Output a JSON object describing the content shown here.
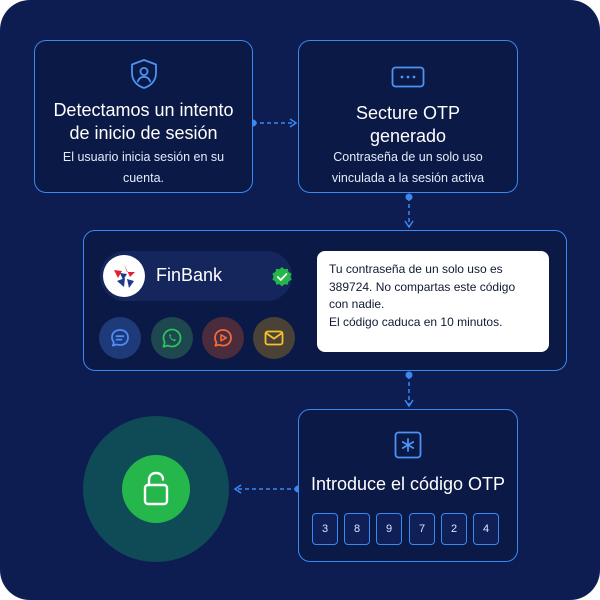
{
  "colors": {
    "background": "#0d1d52",
    "card": "#0b1946",
    "border_accent": "#3a88f0",
    "success": "#26b74c"
  },
  "step_detect": {
    "icon": "shield-user-icon",
    "title_line1": "Detectamos un intento",
    "title_line2": "de inicio de sesión",
    "desc_line1": "El usuario inicia sesión en su",
    "desc_line2": "cuenta."
  },
  "step_otp": {
    "icon": "password-dots-icon",
    "title_line1": "Secture OTP",
    "title_line2": "generado",
    "desc_line1": "Contraseña de un solo uso",
    "desc_line2": "vinculada a la sesión activa"
  },
  "delivery": {
    "bank_name": "FinBank",
    "verified_icon": "verified-badge-icon",
    "channels": [
      {
        "icon": "chat-icon",
        "color": "#4c8df6"
      },
      {
        "icon": "whatsapp-icon",
        "color": "#29c45d"
      },
      {
        "icon": "video-message-icon",
        "color": "#f06a3a"
      },
      {
        "icon": "email-icon",
        "color": "#f5c12b"
      }
    ],
    "message": {
      "line1": "Tu contraseña de un solo uso es",
      "line2": "389724. No compartas este código",
      "line3": "con nadie.",
      "line4": "El código caduca en 10 minutos."
    }
  },
  "step_enter": {
    "icon": "asterisk-icon",
    "title": "Introduce el código OTP",
    "digits": [
      "3",
      "8",
      "9",
      "7",
      "2",
      "4"
    ]
  },
  "result": {
    "icon": "unlocked-padlock-icon"
  }
}
